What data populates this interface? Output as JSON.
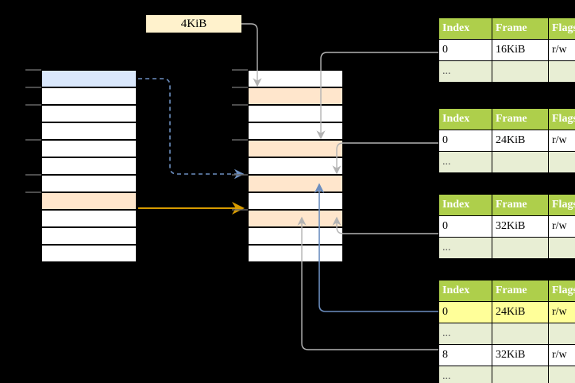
{
  "diagram": {
    "title_label": "4KiB",
    "left_column": {
      "name": "virtual-address-space",
      "row_count": 11,
      "rows": [
        {
          "index": 0,
          "fill": "blue",
          "text": ""
        },
        {
          "index": 1,
          "fill": "white",
          "text": ""
        },
        {
          "index": 2,
          "fill": "white",
          "text": ""
        },
        {
          "index": 3,
          "fill": "white",
          "text": ""
        },
        {
          "index": 4,
          "fill": "white",
          "text": ""
        },
        {
          "index": 5,
          "fill": "white",
          "text": ""
        },
        {
          "index": 6,
          "fill": "white",
          "text": ""
        },
        {
          "index": 7,
          "fill": "peach",
          "text": ""
        },
        {
          "index": 8,
          "fill": "white",
          "text": ""
        },
        {
          "index": 9,
          "fill": "white",
          "text": ""
        },
        {
          "index": 10,
          "fill": "white",
          "text": ""
        }
      ],
      "tick_rows": [
        0,
        1,
        2,
        4,
        6,
        7
      ]
    },
    "middle_column": {
      "name": "physical-address-space",
      "row_count": 11,
      "rows": [
        {
          "index": 0,
          "fill": "white",
          "text": ""
        },
        {
          "index": 1,
          "fill": "peach",
          "text": ""
        },
        {
          "index": 2,
          "fill": "white",
          "text": ""
        },
        {
          "index": 3,
          "fill": "white",
          "text": ""
        },
        {
          "index": 4,
          "fill": "peach",
          "text": ""
        },
        {
          "index": 5,
          "fill": "white",
          "text": ""
        },
        {
          "index": 6,
          "fill": "peach",
          "text": ""
        },
        {
          "index": 7,
          "fill": "white",
          "text": ""
        },
        {
          "index": 8,
          "fill": "peach",
          "text": ""
        },
        {
          "index": 9,
          "fill": "white",
          "text": ""
        },
        {
          "index": 10,
          "fill": "white",
          "text": ""
        }
      ],
      "tick_rows": [
        0,
        1,
        2,
        4,
        6,
        8
      ]
    },
    "tables": [
      {
        "name": "page-table-1",
        "headers": [
          "Index",
          "Frame",
          "Flags"
        ],
        "rows": [
          {
            "cells": [
              "0",
              "16KiB",
              "r/w"
            ],
            "style": "normal"
          },
          {
            "cells": [
              "...",
              "",
              ""
            ],
            "style": "dots"
          }
        ]
      },
      {
        "name": "page-table-2",
        "headers": [
          "Index",
          "Frame",
          "Flags"
        ],
        "rows": [
          {
            "cells": [
              "0",
              "24KiB",
              "r/w"
            ],
            "style": "normal"
          },
          {
            "cells": [
              "...",
              "",
              ""
            ],
            "style": "dots"
          }
        ]
      },
      {
        "name": "page-table-3",
        "headers": [
          "Index",
          "Frame",
          "Flags"
        ],
        "rows": [
          {
            "cells": [
              "0",
              "32KiB",
              "r/w"
            ],
            "style": "normal"
          },
          {
            "cells": [
              "...",
              "",
              ""
            ],
            "style": "dots"
          }
        ]
      },
      {
        "name": "page-table-4",
        "headers": [
          "Index",
          "Frame",
          "Flags"
        ],
        "rows": [
          {
            "cells": [
              "0",
              "24KiB",
              "r/w"
            ],
            "style": "highlight"
          },
          {
            "cells": [
              "...",
              "",
              ""
            ],
            "style": "dots"
          },
          {
            "cells": [
              "8",
              "32KiB",
              "r/w"
            ],
            "style": "normal"
          },
          {
            "cells": [
              "...",
              "",
              ""
            ],
            "style": "dots"
          }
        ]
      }
    ],
    "colors": {
      "header_green": "#aecf4b",
      "dots_row": "#e8eed4",
      "blue_fill": "#dae8fc",
      "peach_fill": "#ffe6cc",
      "label_fill": "#fff2cc",
      "highlight_yellow": "#ffff99",
      "connector_gray": "#b3b3b3",
      "connector_blue": "#6c8ebf",
      "connector_orange": "#d79b00",
      "background": "#000000"
    }
  }
}
